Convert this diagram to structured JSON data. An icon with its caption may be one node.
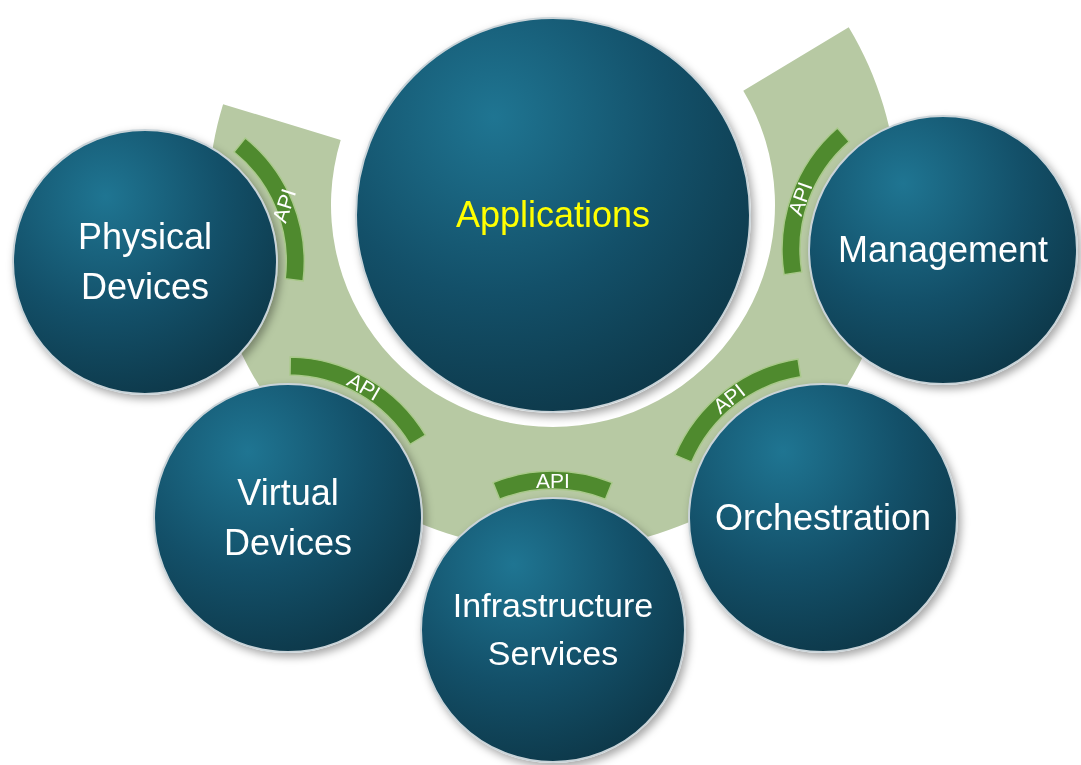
{
  "diagram": {
    "nodes": [
      {
        "text": [
          "Applications"
        ]
      },
      {
        "text": [
          "Physical Devices"
        ]
      },
      {
        "text": [
          "API"
        ]
      },
      {
        "text": [
          "API"
        ]
      },
      {
        "text": [
          "Management"
        ]
      },
      {
        "text": [
          "API"
        ]
      },
      {
        "text": [
          "API"
        ]
      },
      {
        "text": [
          "Virtual Devices"
        ]
      },
      {
        "text": [
          "API"
        ]
      },
      {
        "text": [
          "Orchestration"
        ]
      },
      {
        "text": [
          "Infrastructure Services"
        ]
      }
    ]
  }
}
